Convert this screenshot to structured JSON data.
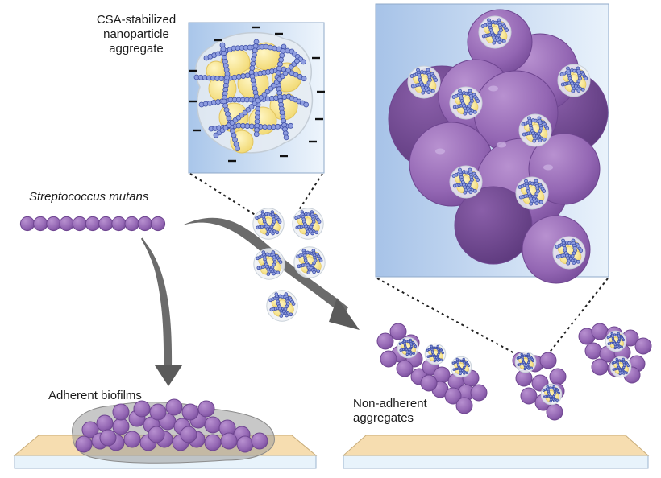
{
  "labels": {
    "csa_line1": "CSA-stabilized",
    "csa_line2": "nanoparticle",
    "csa_line3": "aggregate",
    "species": "Streptococcus mutans",
    "adherent": "Adherent biofilms",
    "nonadherent_line1": "Non-adherent",
    "nonadherent_line2": "aggregates"
  },
  "colors": {
    "cell_light": "#a47ec0",
    "cell_mid": "#8b5fab",
    "cell_dark": "#6e4590",
    "nanoparticle_yellow": "#f6e58f",
    "polymer_blue": "#5c6fc6",
    "surface_tan": "#f6ddb0",
    "surface_base": "#e8f3fb",
    "arrow_gray": "#5f5f5f",
    "inset_blue": "#b9d3ee"
  }
}
